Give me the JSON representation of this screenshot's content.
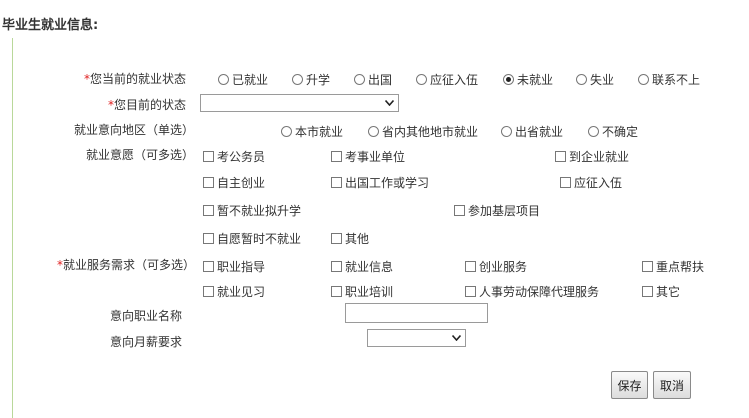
{
  "header": {
    "title": "毕业生就业信息:"
  },
  "employment_status": {
    "label": "*您当前的就业状态",
    "required_mark": "*",
    "label_text": "您当前的就业状态",
    "options": [
      "已就业",
      "升学",
      "出国",
      "应征入伍",
      "未就业",
      "失业",
      "联系不上"
    ],
    "selected": "未就业"
  },
  "current_status": {
    "required_mark": "*",
    "label_text": "您目前的状态",
    "value": ""
  },
  "region": {
    "label": "就业意向地区（单选）",
    "options": [
      "本市就业",
      "省内其他地市就业",
      "出省就业",
      "不确定"
    ]
  },
  "intention": {
    "label": "就业意愿（可多选）",
    "options": [
      "考公务员",
      "考事业单位",
      "到企业就业",
      "自主创业",
      "出国工作或学习",
      "应征入伍",
      "暂不就业拟升学",
      "参加基层项目",
      "自愿暂时不就业",
      "其他"
    ]
  },
  "service_needs": {
    "required_mark": "*",
    "label_text": "就业服务需求（可多选）",
    "options": [
      "职业指导",
      "就业信息",
      "创业服务",
      "重点帮扶",
      "就业见习",
      "职业培训",
      "人事劳动保障代理服务",
      "其它"
    ]
  },
  "job_name": {
    "label": "意向职业名称",
    "value": ""
  },
  "salary": {
    "label": "意向月薪要求",
    "value": ""
  },
  "buttons": {
    "save": "保存",
    "cancel": "取消"
  }
}
